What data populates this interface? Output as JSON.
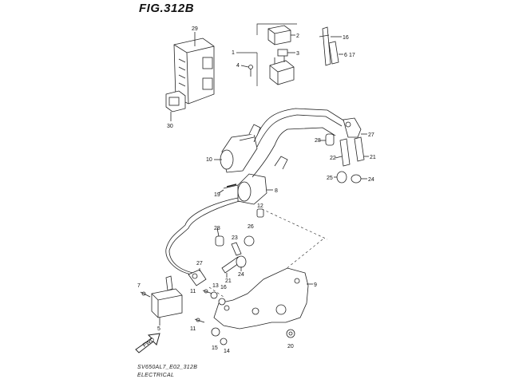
{
  "title": "FIG.312B",
  "footer": {
    "code": "SV650AL7_E02_312B",
    "section": "ELECTRICAL"
  },
  "callouts": {
    "c1": "1",
    "c2": "2",
    "c3": "3",
    "c4": "4",
    "c5": "5",
    "c6": "6",
    "c7": "7",
    "c8": "8",
    "c9": "9",
    "c10": "10",
    "c11a": "11",
    "c11b": "11",
    "c12": "12",
    "c13": "13",
    "c14": "14",
    "c15": "15",
    "c16a": "16",
    "c16b": "16",
    "c17": "17",
    "c19": "19",
    "c20": "20",
    "c21a": "21",
    "c21b": "21",
    "c22": "22",
    "c23": "23",
    "c24a": "24",
    "c24b": "24",
    "c25": "25",
    "c26": "26",
    "c27a": "27",
    "c27b": "27",
    "c28a": "28",
    "c28b": "28",
    "c29": "29",
    "c30": "30"
  },
  "arrow_label": "FWD"
}
